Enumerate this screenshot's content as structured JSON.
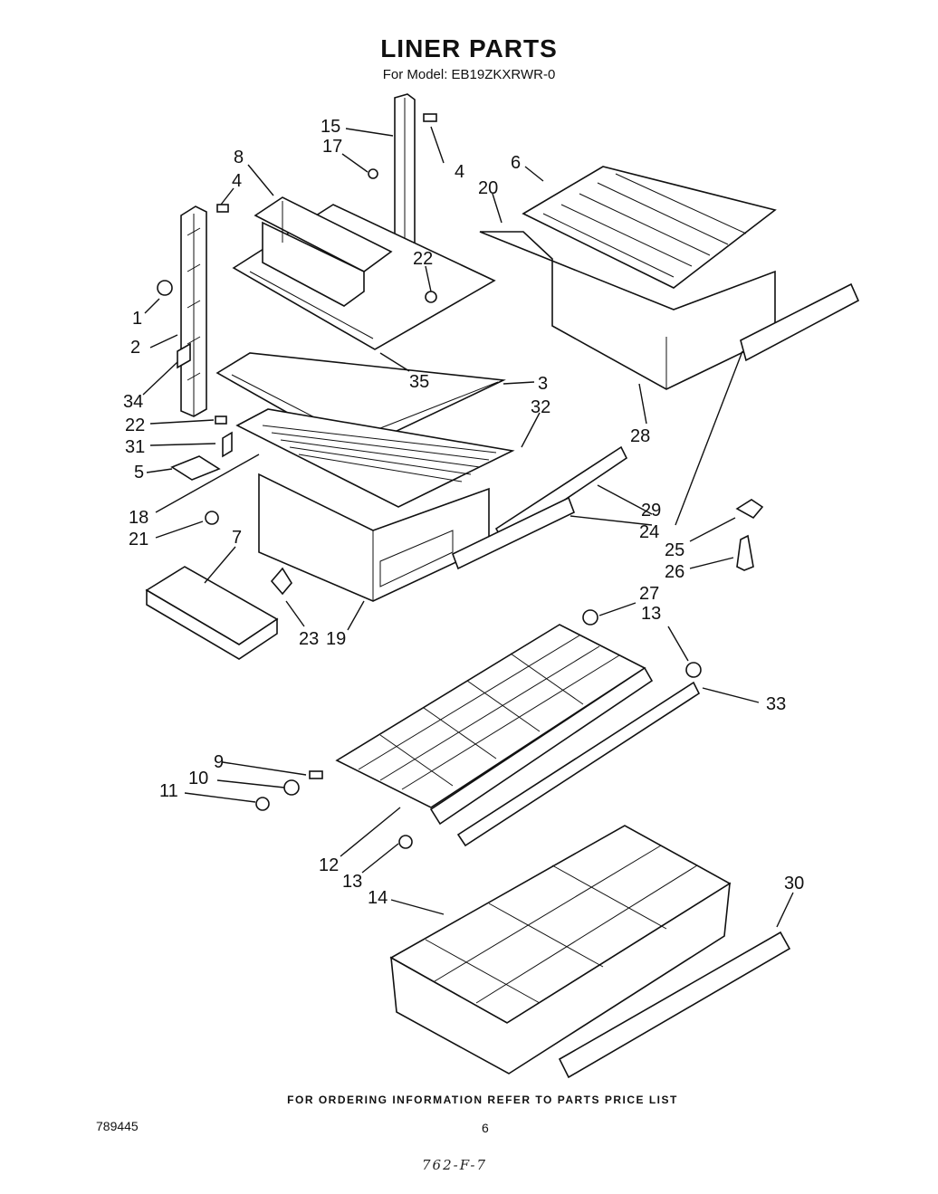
{
  "header": {
    "title": "LINER PARTS",
    "subtitle": "For Model: EB19ZKXRWR-0"
  },
  "callouts": {
    "c1": "1",
    "c2": "2",
    "c3": "3",
    "c4a": "4",
    "c4b": "4",
    "c5": "5",
    "c6": "6",
    "c7": "7",
    "c8": "8",
    "c9": "9",
    "c10": "10",
    "c11": "11",
    "c12": "12",
    "c13a": "13",
    "c13b": "13",
    "c14": "14",
    "c15": "15",
    "c17": "17",
    "c18": "18",
    "c19": "19",
    "c20": "20",
    "c21": "21",
    "c22a": "22",
    "c22b": "22",
    "c23": "23",
    "c24": "24",
    "c25": "25",
    "c26": "26",
    "c27": "27",
    "c28": "28",
    "c29": "29",
    "c30": "30",
    "c31": "31",
    "c32": "32",
    "c33": "33",
    "c34": "34",
    "c35": "35"
  },
  "footer": {
    "note": "FOR ORDERING INFORMATION REFER TO PARTS PRICE LIST",
    "doc_number": "789445",
    "page_number": "6",
    "handwritten": "762-F-7"
  }
}
